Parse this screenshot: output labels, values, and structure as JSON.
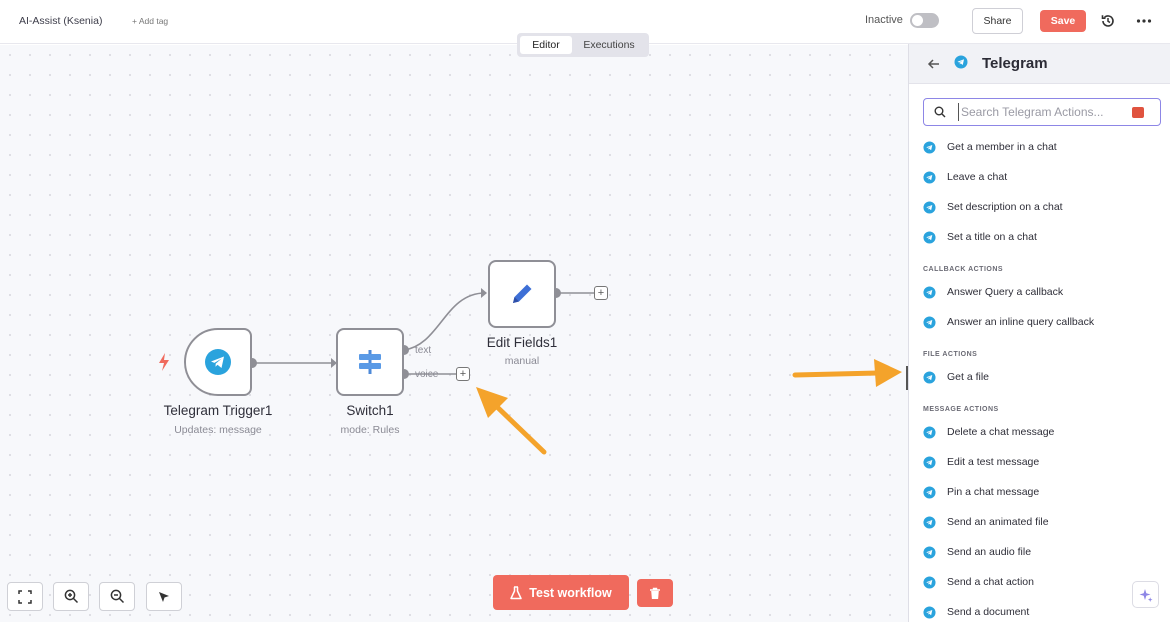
{
  "header": {
    "workflow_title": "AI-Assist (Ksenia)",
    "add_tag": "+ Add tag",
    "status_label": "Inactive",
    "share_label": "Share",
    "save_label": "Save"
  },
  "mode_switch": {
    "tabs": [
      "Editor",
      "Executions"
    ],
    "active": "Editor"
  },
  "nodes": {
    "trigger": {
      "title": "Telegram Trigger1",
      "subtitle": "Updates: message"
    },
    "switch": {
      "title": "Switch1",
      "subtitle": "mode: Rules",
      "outputs": [
        "text",
        "voice"
      ]
    },
    "edit": {
      "title": "Edit Fields1",
      "subtitle": "manual"
    }
  },
  "canvas_footer": {
    "test_label": "Test workflow"
  },
  "panel": {
    "title": "Telegram",
    "search_placeholder": "Search Telegram Actions...",
    "items_top": [
      "Get a member in a chat",
      "Leave a chat",
      "Set description on a chat",
      "Set a title on a chat"
    ],
    "callback_label": "CALLBACK ACTIONS",
    "callback_items": [
      "Answer Query a callback",
      "Answer an inline query callback"
    ],
    "file_label": "FILE ACTIONS",
    "file_items": [
      "Get a file"
    ],
    "message_label": "MESSAGE ACTIONS",
    "message_items": [
      "Delete a chat message",
      "Edit a test message",
      "Pin a chat message",
      "Send an animated file",
      "Send an audio file",
      "Send a chat action",
      "Send a document"
    ]
  },
  "colors": {
    "accent": "#f06a5d",
    "telegram": "#2aa3dd",
    "annotation_arrow": "#f4a32b",
    "search_focus": "#8d86e6"
  }
}
